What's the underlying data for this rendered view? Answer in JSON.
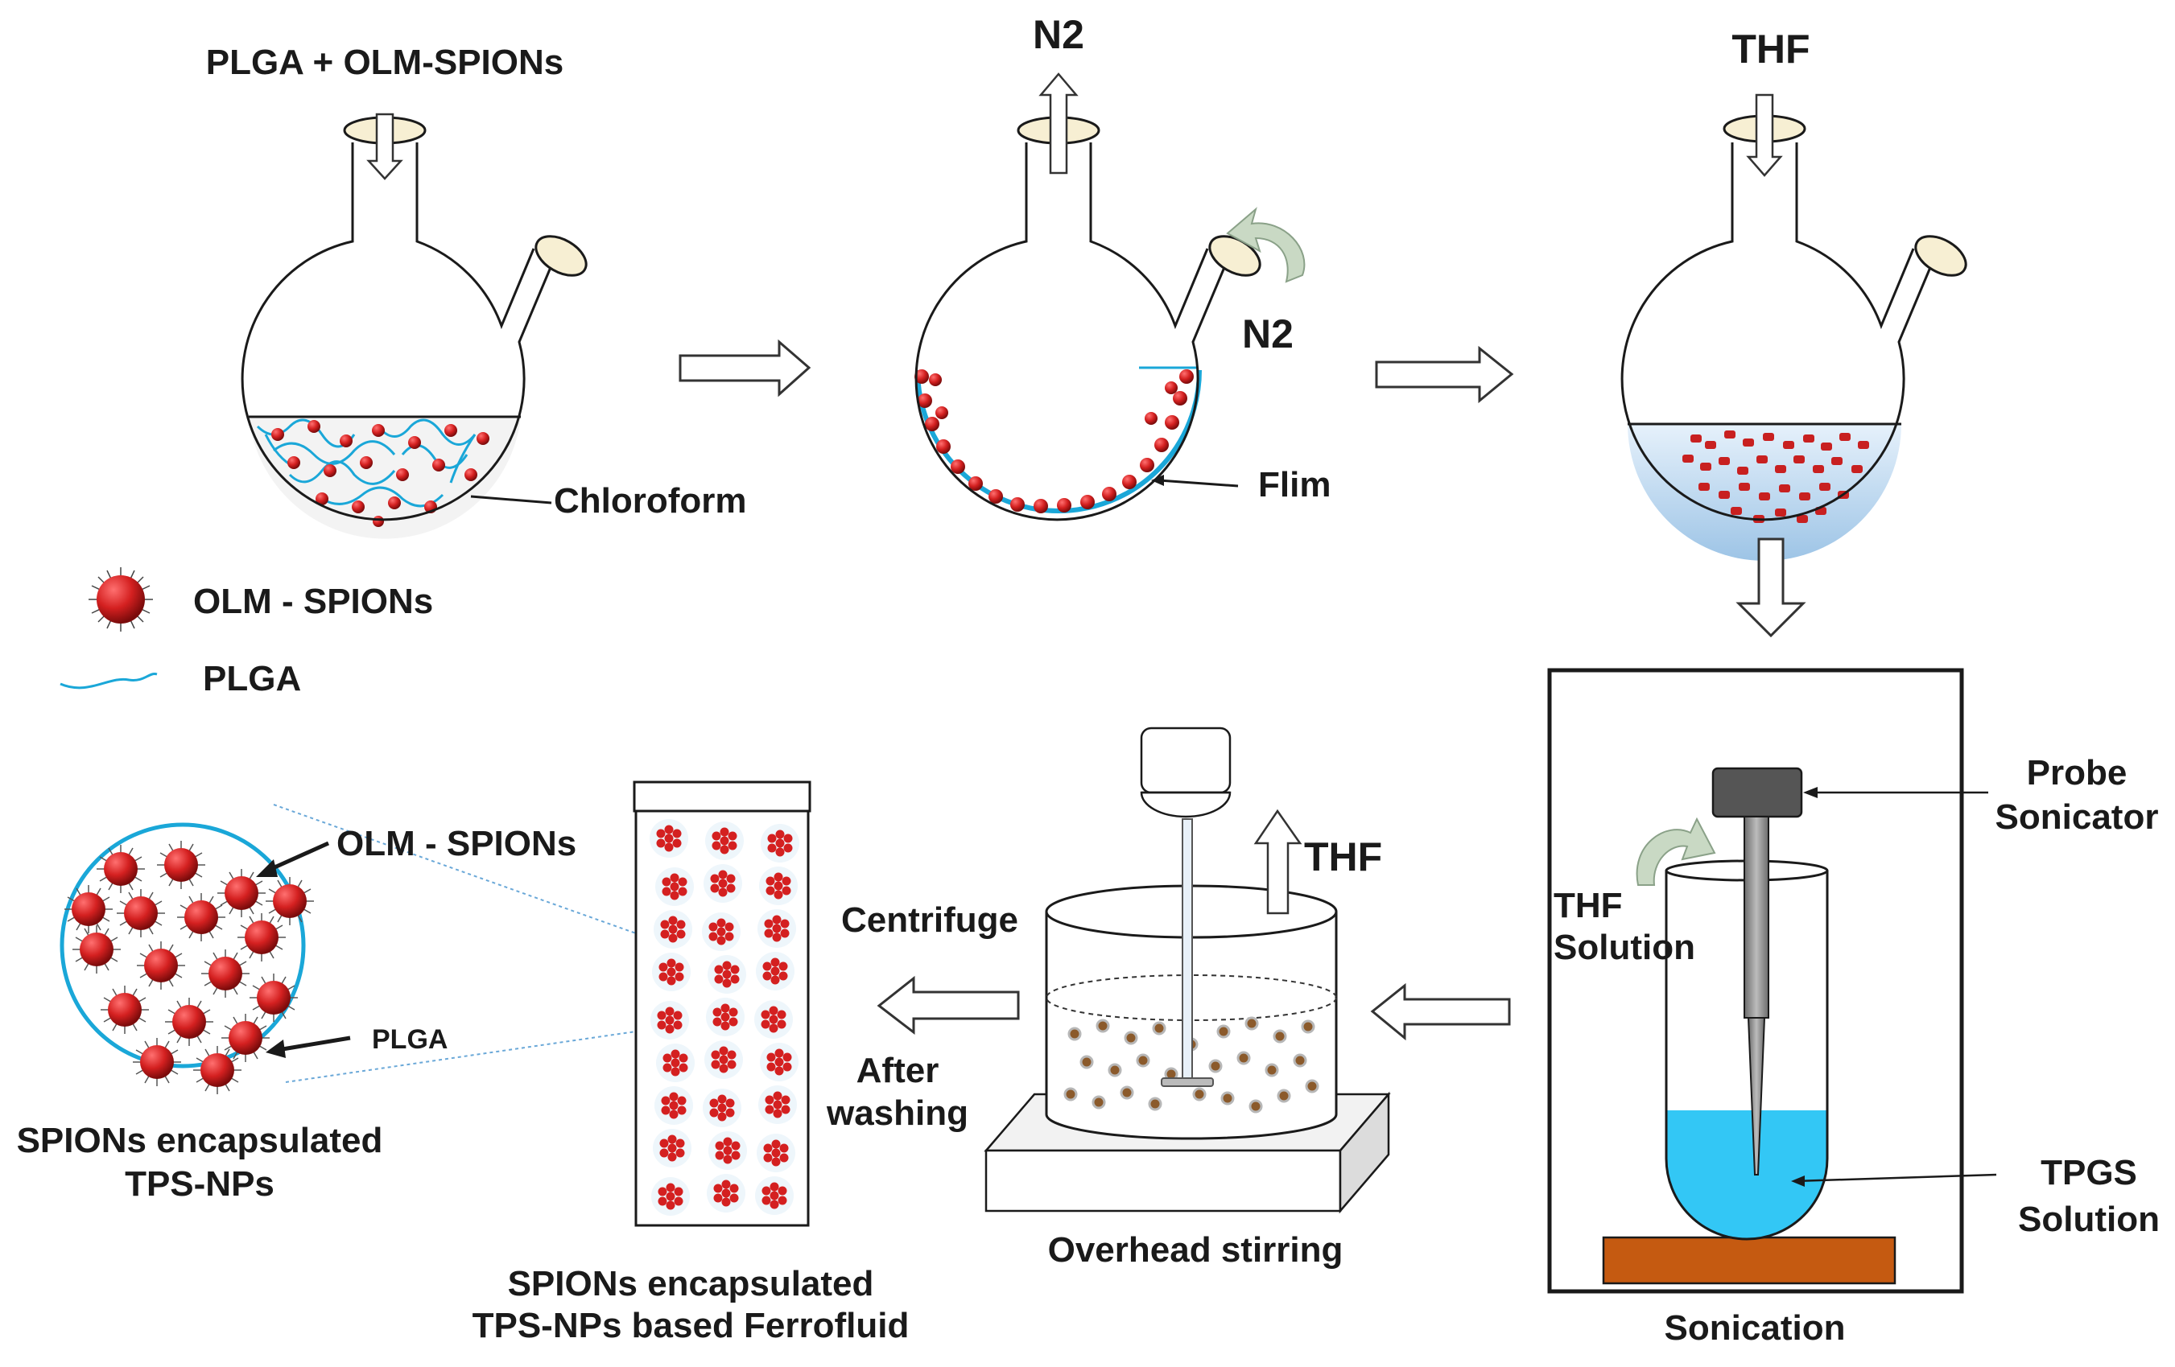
{
  "step1": {
    "inlet_label": "PLGA + OLM-SPIONs",
    "solvent_label": "Chloroform"
  },
  "step2": {
    "top_gas_label": "N2",
    "side_gas_label": "N2",
    "film_label": "Flim"
  },
  "step3": {
    "inlet_label": "THF"
  },
  "legend": {
    "spion_label": "OLM - SPIONs",
    "plga_label": "PLGA"
  },
  "sonication": {
    "probe_label_line1": "Probe",
    "probe_label_line2": "Sonicator",
    "thf_label_line1": "THF",
    "thf_label_line2": "Solution",
    "tpgs_label_line1": "TPGS",
    "tpgs_label_line2": "Solution",
    "caption": "Sonication"
  },
  "stirring": {
    "thf_label": "THF",
    "caption": "Overhead stirring"
  },
  "centrifuge": {
    "label": "Centrifuge",
    "after_line1": "After",
    "after_line2": "washing"
  },
  "ferrofluid": {
    "caption_line1": "SPIONs encapsulated",
    "caption_line2": "TPS-NPs based Ferrofluid"
  },
  "nanoparticle": {
    "spion_label": "OLM - SPIONs",
    "plga_label": "PLGA",
    "caption_line1": "SPIONs encapsulated",
    "caption_line2": "TPS-NPs"
  },
  "colors": {
    "spion_red": "#d42020",
    "plga_blue": "#1aa7d8",
    "chloroform_fill": "#f3f3f3",
    "thf_fill": "#a9cfee",
    "tpgs_solution": "#33c7f5",
    "probe_head": "#555555",
    "hotplate": "#c55a11",
    "curved_arrow": "#c9d9c4",
    "aggregate_brown": "#8b5a2b"
  }
}
